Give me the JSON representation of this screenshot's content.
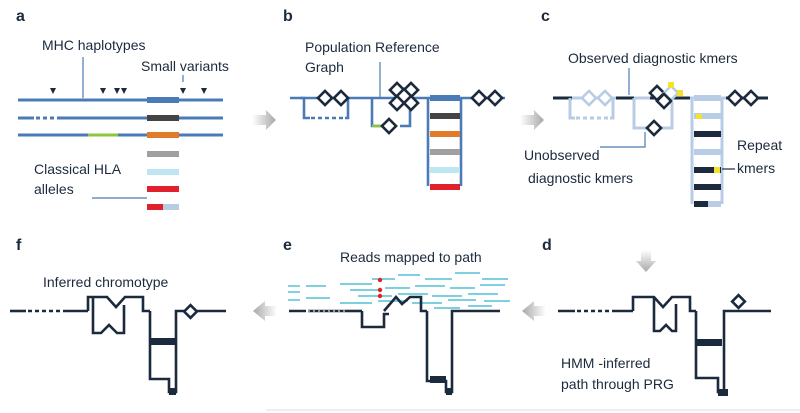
{
  "panels": [
    {
      "letter": "a"
    },
    {
      "letter": "b"
    },
    {
      "letter": "c"
    },
    {
      "letter": "d"
    },
    {
      "letter": "e"
    },
    {
      "letter": "f"
    }
  ],
  "labels": {
    "a_haplotypes": "MHC haplotypes",
    "a_variants": "Small variants",
    "a_hla_1": "Classical HLA",
    "a_hla_2": "alleles",
    "b_prg_1": "Population Reference",
    "b_prg_2": "Graph",
    "c_observed": "Observed diagnostic kmers",
    "c_unobserved_1": "Unobserved",
    "c_unobserved_2": "diagnostic kmers",
    "c_repeat_1": "Repeat",
    "c_repeat_2": "kmers",
    "d_hmm_1": "HMM -inferred",
    "d_hmm_2": "path through PRG",
    "e_reads": "Reads mapped to path",
    "f_chromotype": "Inferred chromotype"
  },
  "colors": {
    "dark_navy": "#1b2a3c",
    "haplotype_blue": "#4a7bb7",
    "light_blue": "#b8cce6",
    "allele_dark": "#444444",
    "allele_orange": "#e07b2a",
    "allele_gray": "#a0a0a0",
    "allele_cyan": "#bde6f0",
    "allele_red": "#e0202a",
    "variant_green": "#8cc63f",
    "repeat_yellow": "#f2e22a",
    "read_cyan": "#2eb5cc",
    "arrow_gray": "#b5b5b5"
  }
}
